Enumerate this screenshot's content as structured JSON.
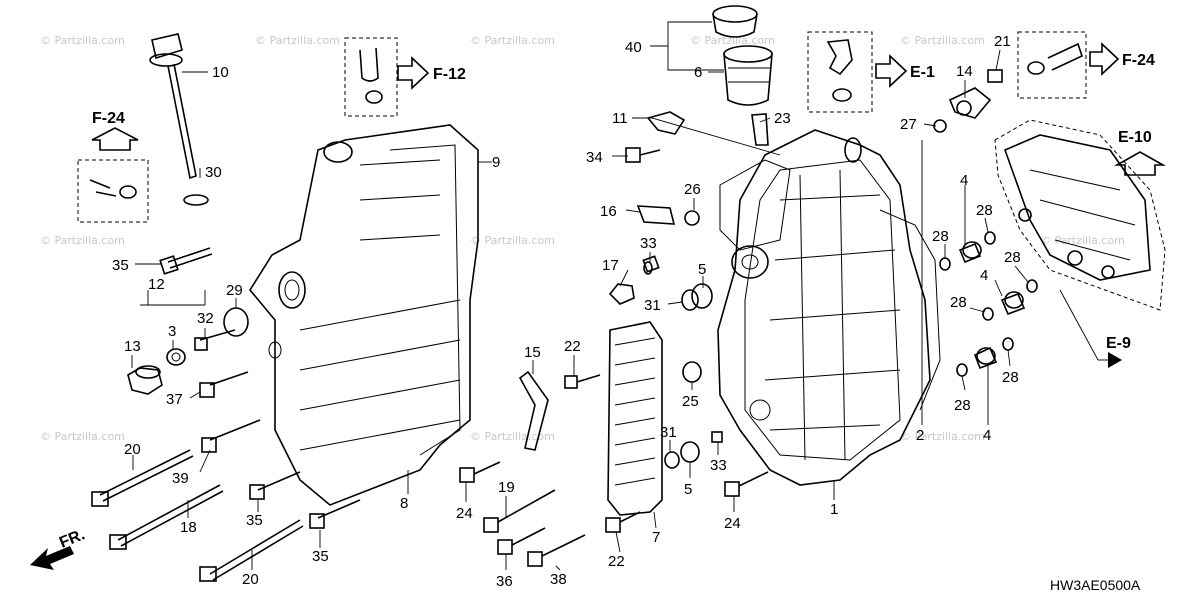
{
  "watermark": "© Partzilla.com",
  "diagram_code": "HW3AE0500A",
  "front_label": "FR.",
  "refs": {
    "f12": "F-12",
    "f24_left": "F-24",
    "f24_right": "F-24",
    "e1": "E-1",
    "e10": "E-10",
    "e9": "E-9"
  },
  "callouts": [
    {
      "id": "c10",
      "text": "10"
    },
    {
      "id": "c30",
      "text": "30"
    },
    {
      "id": "c9",
      "text": "9"
    },
    {
      "id": "c35a",
      "text": "35"
    },
    {
      "id": "c12",
      "text": "12"
    },
    {
      "id": "c29",
      "text": "29"
    },
    {
      "id": "c3",
      "text": "3"
    },
    {
      "id": "c32",
      "text": "32"
    },
    {
      "id": "c13",
      "text": "13"
    },
    {
      "id": "c37",
      "text": "37"
    },
    {
      "id": "c20a",
      "text": "20"
    },
    {
      "id": "c39",
      "text": "39"
    },
    {
      "id": "c18",
      "text": "18"
    },
    {
      "id": "c35b",
      "text": "35"
    },
    {
      "id": "c8",
      "text": "8"
    },
    {
      "id": "c35c",
      "text": "35"
    },
    {
      "id": "c20b",
      "text": "20"
    },
    {
      "id": "c40",
      "text": "40"
    },
    {
      "id": "c6",
      "text": "6"
    },
    {
      "id": "c11",
      "text": "11"
    },
    {
      "id": "c23",
      "text": "23"
    },
    {
      "id": "c34",
      "text": "34"
    },
    {
      "id": "c26",
      "text": "26"
    },
    {
      "id": "c16",
      "text": "16"
    },
    {
      "id": "c33a",
      "text": "33"
    },
    {
      "id": "c17",
      "text": "17"
    },
    {
      "id": "c5a",
      "text": "5"
    },
    {
      "id": "c31a",
      "text": "31"
    },
    {
      "id": "c15",
      "text": "15"
    },
    {
      "id": "c22a",
      "text": "22"
    },
    {
      "id": "c25",
      "text": "25"
    },
    {
      "id": "c31b",
      "text": "31"
    },
    {
      "id": "c5b",
      "text": "5"
    },
    {
      "id": "c33b",
      "text": "33"
    },
    {
      "id": "c24a",
      "text": "24"
    },
    {
      "id": "c19",
      "text": "19"
    },
    {
      "id": "c36",
      "text": "36"
    },
    {
      "id": "c22b",
      "text": "22"
    },
    {
      "id": "c38",
      "text": "38"
    },
    {
      "id": "c7",
      "text": "7"
    },
    {
      "id": "c24b",
      "text": "24"
    },
    {
      "id": "c1",
      "text": "1"
    },
    {
      "id": "c21",
      "text": "21"
    },
    {
      "id": "c14",
      "text": "14"
    },
    {
      "id": "c27",
      "text": "27"
    },
    {
      "id": "c4a",
      "text": "4"
    },
    {
      "id": "c28a",
      "text": "28"
    },
    {
      "id": "c28b",
      "text": "28"
    },
    {
      "id": "c28c",
      "text": "28"
    },
    {
      "id": "c4b",
      "text": "4"
    },
    {
      "id": "c28d",
      "text": "28"
    },
    {
      "id": "c28e",
      "text": "28"
    },
    {
      "id": "c28f",
      "text": "28"
    },
    {
      "id": "c2",
      "text": "2"
    },
    {
      "id": "c4c",
      "text": "4"
    }
  ]
}
